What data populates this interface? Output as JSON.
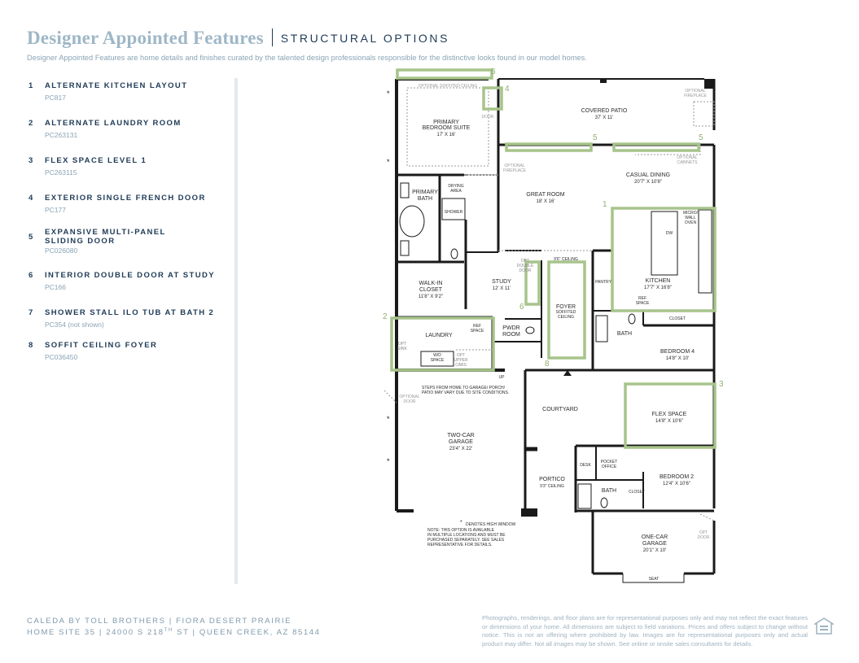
{
  "header": {
    "title": "Designer Appointed Features",
    "subtitle": "STRUCTURAL OPTIONS",
    "intro": "Designer Appointed Features are home details and finishes curated by the talented design professionals responsible for the distinctive looks found in our model homes."
  },
  "options": [
    {
      "num": "1",
      "name": "ALTERNATE KITCHEN LAYOUT",
      "code": "PC817"
    },
    {
      "num": "2",
      "name": "ALTERNATE LAUNDRY ROOM",
      "code": "PC263131"
    },
    {
      "num": "3",
      "name": "FLEX SPACE LEVEL 1",
      "code": "PC263115"
    },
    {
      "num": "4",
      "name": "EXTERIOR SINGLE FRENCH DOOR",
      "code": "PC177"
    },
    {
      "num": "5",
      "name": "EXPANSIVE MULTI-PANEL SLIDING DOOR",
      "code": "PC026080"
    },
    {
      "num": "6",
      "name": "INTERIOR DOUBLE DOOR AT STUDY",
      "code": "PC166"
    },
    {
      "num": "7",
      "name": "SHOWER STALL ILO TUB AT BATH 2",
      "code": "PC354 (not shown)"
    },
    {
      "num": "8",
      "name": "SOFFIT CEILING FOYER",
      "code": "PC036450"
    }
  ],
  "plan": {
    "rooms": {
      "covered_patio": {
        "name": "COVERED PATIO",
        "dim": "37' X 11'"
      },
      "primary_bedroom": {
        "name1": "PRIMARY",
        "name2": "BEDROOM SUITE",
        "dim": "17' X 16'"
      },
      "casual_dining": {
        "name": "CASUAL DINING",
        "dim": "20'7\" X 10'8\""
      },
      "great_room": {
        "name": "GREAT ROOM",
        "dim": "18' X 16'"
      },
      "primary_bath": {
        "name1": "PRIMARY",
        "name2": "BATH"
      },
      "drying_area": {
        "name1": "DRYING",
        "name2": "AREA"
      },
      "shower": "SHOWER",
      "kitchen": {
        "name": "KITCHEN",
        "dim": "17'7\" X 16'8\""
      },
      "micro_wall_oven": {
        "l1": "MICRO/",
        "l2": "WALL",
        "l3": "OVEN"
      },
      "dw": "DW",
      "pantry": "PANTRY",
      "ref_space": {
        "l1": "REF",
        "l2": "SPACE"
      },
      "walkin_closet": {
        "name1": "WALK-IN",
        "name2": "CLOSET",
        "dim": "11'8\" X 9'2\""
      },
      "study": {
        "name": "STUDY",
        "dim": "12' X 11'"
      },
      "foyer": {
        "name": "FOYER",
        "l2": "SOFFITED",
        "l3": "CEILING"
      },
      "ceiling_96": "9'6\" CEILING",
      "opt_double_door": {
        "l1": "OPT",
        "l2": "DOUBLE",
        "l3": "DOOR"
      },
      "bath": "BATH",
      "closet": "CLOSET",
      "laundry": "LAUNDRY",
      "pwdr_room": {
        "l1": "PWDR",
        "l2": "ROOM"
      },
      "ref_space2": {
        "l1": "REF",
        "l2": "SPACE"
      },
      "wd_space": {
        "l1": "W/D",
        "l2": "SPACE"
      },
      "opt_sink": {
        "l1": "OPT",
        "l2": "SINK"
      },
      "opt_upper_cabs": {
        "l1": "OPT",
        "l2": "UPPER",
        "l3": "CABS"
      },
      "bedroom4": {
        "name": "BEDROOM 4",
        "dim": "14'8\" X 10'"
      },
      "courtyard": "COURTYARD",
      "flex_space": {
        "name": "FLEX SPACE",
        "dim": "14'8\" X 10'6\""
      },
      "two_car_garage": {
        "name1": "TWO-CAR",
        "name2": "GARAGE",
        "dim": "23'4\" X 22'"
      },
      "portico": {
        "name": "PORTICO",
        "dim": "9'3\" CEILING"
      },
      "desk": "DESK",
      "pocket_office": {
        "l1": "POCKET",
        "l2": "OFFICE"
      },
      "bath2": "BATH",
      "closet2": "CLOSET",
      "bedroom2": {
        "name": "BEDROOM 2",
        "dim": "12'4\" X 10'6\""
      },
      "one_car_garage": {
        "name1": "ONE-CAR",
        "name2": "GARAGE",
        "dim": "20'1\" X 10'"
      },
      "seat": "SEAT",
      "up": "UP"
    },
    "notes": {
      "optional_fireplace": {
        "l1": "OPTIONAL",
        "l2": "FIREPLACE"
      },
      "optional_fireplace2": {
        "l1": "OPTIONAL",
        "l2": "FIREPLACE"
      },
      "optional_soffited_ceiling": "OPTIONAL SOFFITED CEILING",
      "door": "DOOR",
      "optional_cabinets": {
        "l1": "OPTIONAL",
        "l2": "CABINETS"
      },
      "optional_door": {
        "l1": "OPTIONAL",
        "l2": "DOOR"
      },
      "opt_door": {
        "l1": "OPT",
        "l2": "DOOR"
      },
      "steps": {
        "l1": "STEPS FROM HOME TO GARAGE/ PORCH/",
        "l2": "PATIO MAY VARY DUE TO SITE CONDITIONS."
      },
      "high_window": "DENOTES HIGH WINDOW",
      "note": {
        "l1": "NOTE: THIS OPTION IS AVAILABLE",
        "l2": "IN MULTIPLE LOCATIONS AND MUST BE",
        "l3": "PURCHASED SEPARATELY. SEE SALES",
        "l4": "REPRESENTATIVE FOR DETAILS."
      }
    },
    "callouts": [
      "1",
      "2",
      "3",
      "4",
      "5",
      "5",
      "5",
      "6",
      "8"
    ]
  },
  "footer": {
    "line1": "CALEDA BY TOLL BROTHERS  |  FIORA DESERT PRAIRIE",
    "line2_pre": "HOME SITE 35  |  24000 S 218",
    "line2_sup": "TH",
    "line2_post": " ST  |  QUEEN CREEK, AZ 85144",
    "disclaimer": "Photographs, renderings, and floor plans are for representational purposes only and may not reflect the exact features or dimensions of your home. All dimensions are subject to field variations. Prices and offers subject to change without notice. This is not an offering where prohibited by law. Images are for representational purposes only and actual product may differ. Not all images may be shown. See online or onsite sales consultants for details."
  },
  "colors": {
    "accent": "#8fb070",
    "navy": "#1f3b57",
    "light_blue": "#9fb7c7"
  },
  "icons": {
    "equal_housing": "equal-housing-icon"
  }
}
